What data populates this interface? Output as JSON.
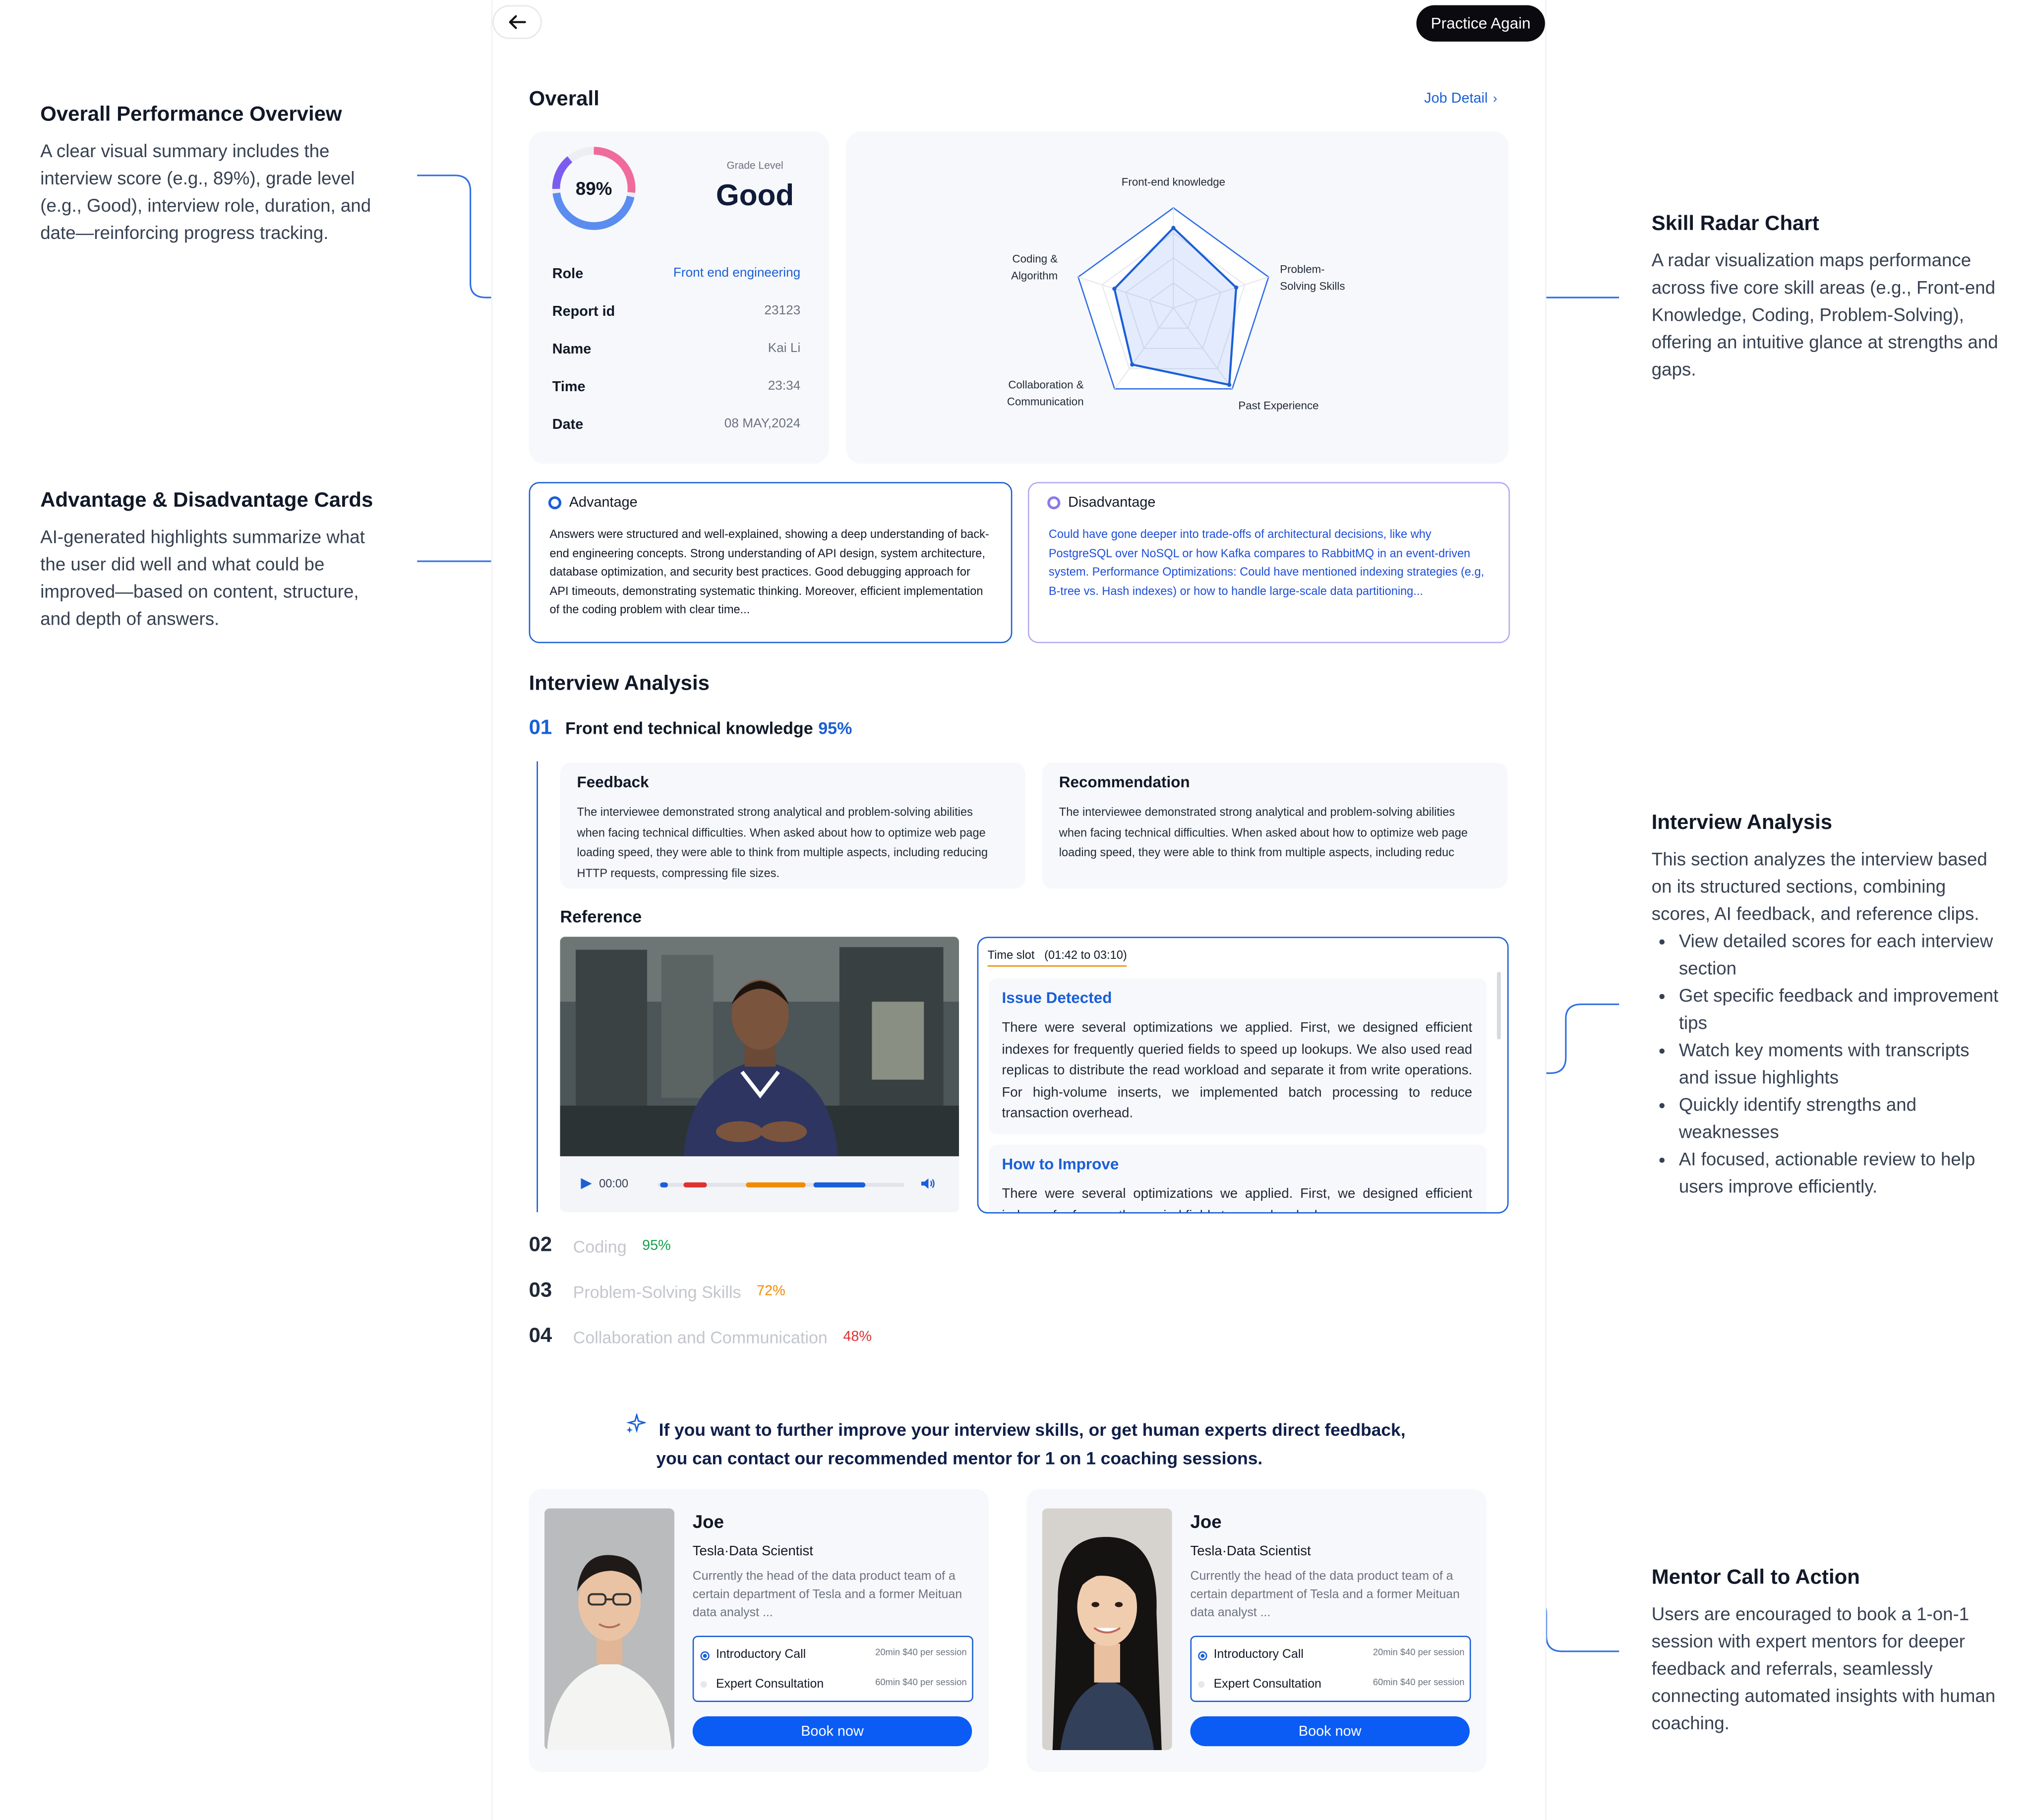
{
  "annotations": {
    "overview": {
      "title": "Overall Performance Overview",
      "body": "A clear visual summary includes the interview score (e.g., 89%), grade level (e.g., Good), interview role, duration, and date—reinforcing progress tracking."
    },
    "advantage": {
      "title": "Advantage & Disadvantage Cards",
      "body": "AI-generated highlights summarize what the user did well and what could be improved—based on content, structure, and depth of answers."
    },
    "radar": {
      "title": "Skill Radar Chart",
      "body": "A radar visualization maps performance across five core skill areas (e.g., Front-end Knowledge, Coding, Problem-Solving), offering an intuitive glance at strengths and gaps."
    },
    "analysis": {
      "title": "Interview Analysis",
      "body": "This section analyzes the interview based on its structured sections, combining scores, AI feedback, and reference clips.",
      "bullets": [
        "View detailed scores for each interview section",
        "Get specific feedback and improvement tips",
        "Watch key moments with transcripts and issue highlights",
        "Quickly identify strengths and weaknesses",
        "AI focused, actionable review to help users improve efficiently."
      ]
    },
    "mentor": {
      "title": "Mentor Call to Action",
      "body": "Users are encouraged to book a 1-on-1 session with expert mentors for deeper feedback and referrals, seamlessly connecting automated insights with human coaching."
    }
  },
  "header": {
    "practice_label": "Practice Again"
  },
  "overall": {
    "title": "Overall",
    "job_detail": "Job Detail",
    "score": "89%",
    "score_value": 89,
    "grade_label": "Grade Level",
    "grade": "Good",
    "info": [
      {
        "key": "Role",
        "value": "Front end engineering"
      },
      {
        "key": "Report id",
        "value": "23123"
      },
      {
        "key": "Name",
        "value": "Kai Li"
      },
      {
        "key": "Time",
        "value": "23:34"
      },
      {
        "key": "Date",
        "value": "08 MAY,2024"
      }
    ]
  },
  "radar": {
    "axes": [
      {
        "label_lines": [
          "Front-end knowledge"
        ],
        "value": 0.8
      },
      {
        "label_lines": [
          "Problem-",
          "Solving Skills"
        ],
        "value": 0.66
      },
      {
        "label_lines": [
          "Past Experience"
        ],
        "value": 0.95
      },
      {
        "label_lines": [
          "Collaboration &",
          "Communication"
        ],
        "value": 0.7
      },
      {
        "label_lines": [
          "Coding &",
          "Algorithm"
        ],
        "value": 0.62
      }
    ]
  },
  "advantage": {
    "title": "Advantage",
    "text": "Answers were structured and well-explained, showing a deep understanding of back-end engineering concepts. Strong understanding of API design, system architecture, database optimization, and security best practices. Good debugging approach for API timeouts, demonstrating systematic thinking. Moreover, efficient implementation of the coding problem with clear time..."
  },
  "disadvantage": {
    "title": "Disadvantage",
    "text": "Could have gone deeper into trade-offs of architectural decisions, like why PostgreSQL over NoSQL or how Kafka compares to RabbitMQ in an event-driven system. Performance Optimizations: Could have mentioned indexing strategies (e.g, B-tree vs. Hash indexes) or how to handle large-scale data partitioning..."
  },
  "analysis": {
    "title": "Interview Analysis",
    "first": {
      "num": "01",
      "name": "Front end technical knowledge",
      "pct": "95%"
    },
    "feedback": {
      "title": "Feedback",
      "text": "The interviewee demonstrated strong analytical and problem-solving abilities when facing technical difficulties. When asked about how to optimize web page loading speed, they were able to think from multiple aspects, including reducing HTTP requests, compressing file sizes."
    },
    "recommendation": {
      "title": "Recommendation",
      "text": "The interviewee demonstrated strong analytical and problem-solving abilities when facing technical difficulties. When asked about how to optimize web page loading speed, they were able to think from multiple aspects, including reduc"
    },
    "reference_title": "Reference",
    "player": {
      "time": "00:00"
    },
    "timeslot": {
      "label": "Time slot",
      "range": "(01:42 to 03:10)"
    },
    "issue": {
      "title": "Issue Detected",
      "text": "There were several optimizations we applied. First, we designed efficient indexes for frequently queried fields to speed up lookups. We also used read replicas to distribute the read workload and separate it from write operations. For high-volume inserts, we implemented batch processing to reduce transaction overhead."
    },
    "improve": {
      "title": "How to Improve",
      "text": "There were several optimizations we applied. First, we designed efficient indexes for frequently queried fields to speed up lookups."
    },
    "sections": [
      {
        "num": "02",
        "name": "Coding",
        "pct": "95%",
        "color": "#16a34a"
      },
      {
        "num": "03",
        "name": "Problem-Solving Skills",
        "pct": "72%",
        "color": "#f08c00"
      },
      {
        "num": "04",
        "name": "Collaboration and Communication",
        "pct": "48%",
        "color": "#e03131"
      }
    ]
  },
  "cta": {
    "line1": "If you want to further improve your interview skills, or get human experts direct feedback,",
    "line2": "you can contact our recommended mentor for 1 on 1 coaching sessions."
  },
  "mentors": [
    {
      "name": "Joe",
      "role": "Tesla·Data Scientist",
      "desc": "Currently the head of the data product team of a certain department of Tesla and a former Meituan data analyst ...",
      "options": [
        {
          "label": "Introductory Call",
          "price": "20min $40 per session"
        },
        {
          "label": "Expert Consultation",
          "price": "60min $40 per session"
        }
      ],
      "book": "Book now"
    },
    {
      "name": "Joe",
      "role": "Tesla·Data Scientist",
      "desc": "Currently the head of the data product team of a certain department of Tesla and a former Meituan data analyst ...",
      "options": [
        {
          "label": "Introductory Call",
          "price": "20min $40 per session"
        },
        {
          "label": "Expert Consultation",
          "price": "60min $40 per session"
        }
      ],
      "book": "Book now"
    }
  ],
  "colors": {
    "accent": "#1a5fd7",
    "book": "#0a5cf5",
    "radar_line": "#2f6fe4",
    "adv_border": "#1a5fd7",
    "disadv_border": "#a99bf0"
  }
}
